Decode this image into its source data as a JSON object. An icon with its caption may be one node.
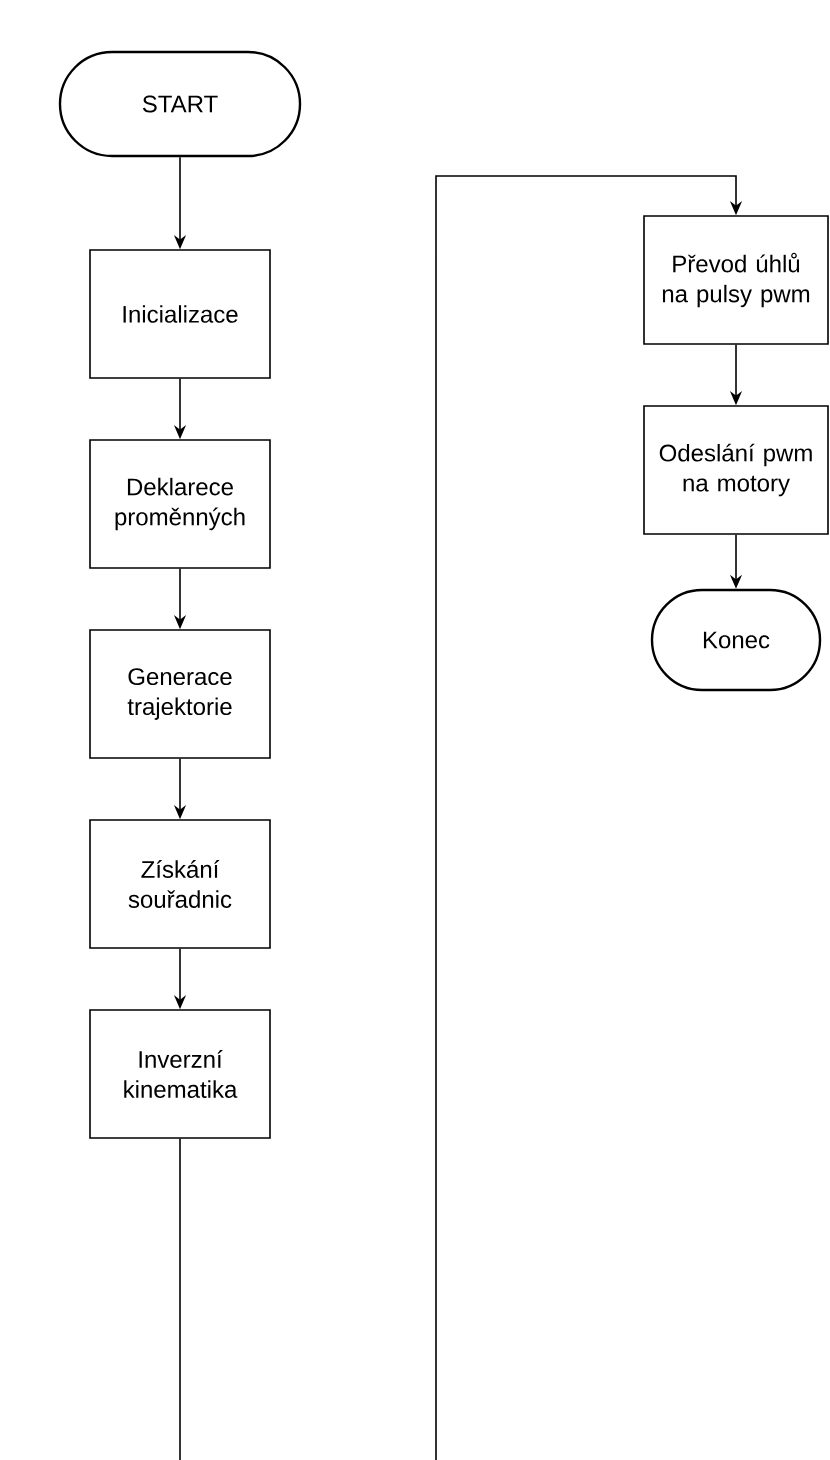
{
  "diagram": {
    "nodes": [
      {
        "text": [
          "START"
        ]
      },
      {
        "text": [
          "Inicializace"
        ]
      },
      {
        "text": [
          "Deklarece proměnných"
        ]
      },
      {
        "text": [
          "Generace trajektorie"
        ]
      },
      {
        "text": [
          "Získání souřadnic"
        ]
      },
      {
        "text": [
          "Inverzní kinematika"
        ]
      },
      {
        "text": [
          "Převod úhlů na pulsy pwm"
        ]
      },
      {
        "text": [
          "Odeslání pwm na motory"
        ]
      },
      {
        "text": [
          "Konec"
        ]
      }
    ],
    "edges": [
      {
        "from": 0,
        "to": 1,
        "arrow": "to"
      },
      {
        "from": 1,
        "to": 2,
        "arrow": "to"
      },
      {
        "from": 2,
        "to": 3,
        "arrow": "to"
      },
      {
        "from": 3,
        "to": 4,
        "arrow": "to"
      },
      {
        "from": 4,
        "to": 5,
        "arrow": "to"
      },
      {
        "from": 5,
        "to": 6,
        "arrow": "to"
      },
      {
        "from": 6,
        "to": 7,
        "arrow": "to"
      },
      {
        "from": 7,
        "to": 8,
        "arrow": "to"
      }
    ]
  }
}
